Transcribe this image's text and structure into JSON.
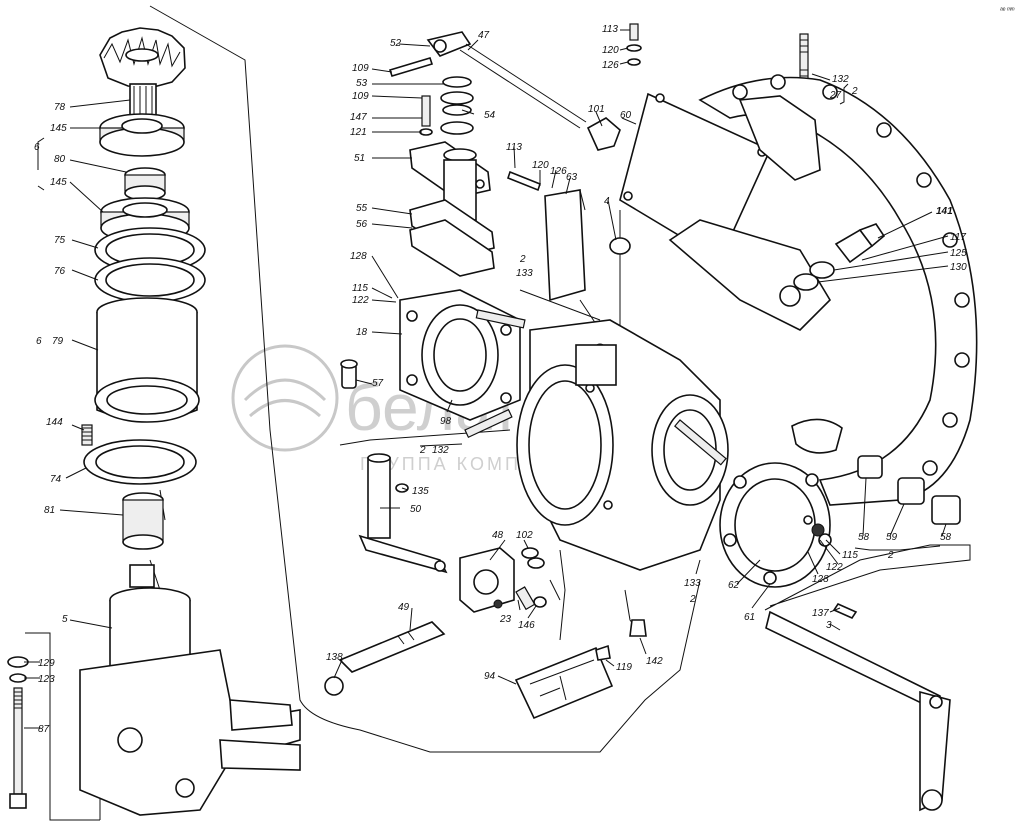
{
  "corner_mark": "ᵃᵉ ᵐᵐ",
  "watermark": {
    "main": "белато",
    "sub": "ГРУППА КОМПАНИЙ"
  },
  "labels": {
    "l78": "78",
    "l145a": "145",
    "l6a": "6",
    "l80": "80",
    "l145b": "145",
    "l75": "75",
    "l76": "76",
    "l6b": "6",
    "l79": "79",
    "l144": "144",
    "l74": "74",
    "l81": "81",
    "l5": "5",
    "l129": "129",
    "l123": "123",
    "l87": "87",
    "l52": "52",
    "l47": "47",
    "l109a": "109",
    "l53": "53",
    "l109b": "109",
    "l147": "147",
    "l121": "121",
    "l54": "54",
    "l51a": "51",
    "l101": "101",
    "l60": "60",
    "l113a": "113",
    "l120a": "120",
    "l126a": "126",
    "l113b": "113",
    "l120b": "120",
    "l126b": "126",
    "l63": "63",
    "l132a": "132",
    "l27": "27",
    "l2a": "2",
    "l55": "55",
    "l56": "56",
    "l4": "4",
    "l141": "141",
    "l117": "117",
    "l125": "125",
    "l130": "130",
    "l128a": "128",
    "l115a": "115",
    "l122a": "122",
    "l2b": "2",
    "l133a": "133",
    "l18": "18",
    "l57": "57",
    "l98": "98",
    "l2c": "2",
    "l132b": "132",
    "l135": "135",
    "l50": "50",
    "l48": "48",
    "l102": "102",
    "l23": "23",
    "l146": "146",
    "l49": "49",
    "l138": "138",
    "l94": "94",
    "l119": "119",
    "l142": "142",
    "l133b": "133",
    "l2d": "2",
    "l62": "62",
    "l61": "61",
    "l115b": "115",
    "l122b": "122",
    "l128b": "128",
    "l58a": "58",
    "l59": "59",
    "l58b": "58",
    "l2e": "2",
    "l137": "137",
    "l3": "3"
  }
}
